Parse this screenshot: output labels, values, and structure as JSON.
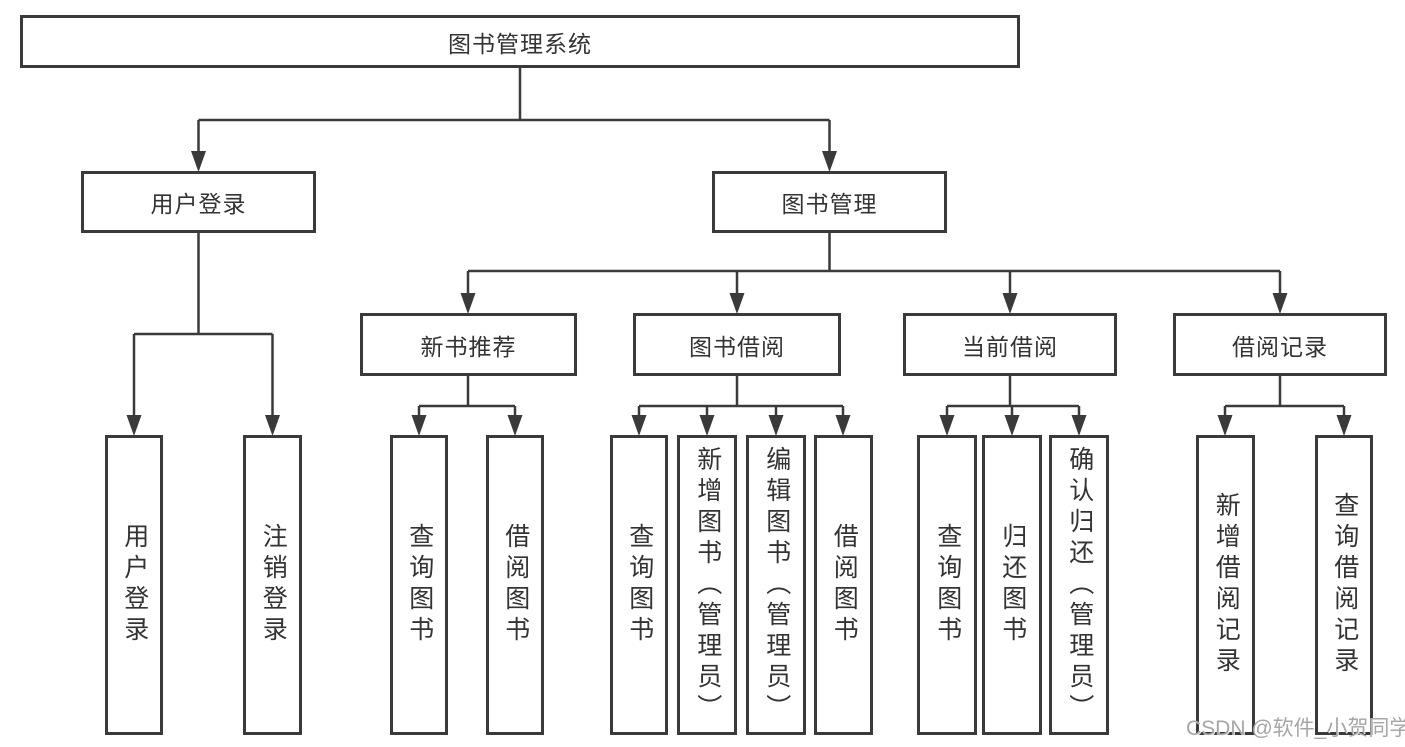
{
  "nodes": {
    "root": "图书管理系统",
    "user_login": "用户登录",
    "book_management": "图书管理",
    "new_books": "新书推荐",
    "book_borrow": "图书借阅",
    "current_borrow": "当前借阅",
    "borrow_records": "借阅记录",
    "leaf_user_login": "用户登录",
    "leaf_logout": "注销登录",
    "leaf_nb_query": "查询图书",
    "leaf_nb_borrow": "借阅图书",
    "leaf_bb_query": "查询图书",
    "leaf_bb_add": "新增图书（管理员）",
    "leaf_bb_edit": "编辑图书（管理员）",
    "leaf_bb_borrow": "借阅图书",
    "leaf_cb_query": "查询图书",
    "leaf_cb_return": "归还图书",
    "leaf_cb_confirm": "确认归还（管理员）",
    "leaf_br_add": "新增借阅记录",
    "leaf_br_query": "查询借阅记录"
  },
  "watermark": "CSDN @软件_小贺同学",
  "colors": {
    "line": "#3a3a3a",
    "box_border": "#3a3a3a",
    "text": "#333333",
    "watermark": "#a6a6a6",
    "background": "#ffffff"
  }
}
